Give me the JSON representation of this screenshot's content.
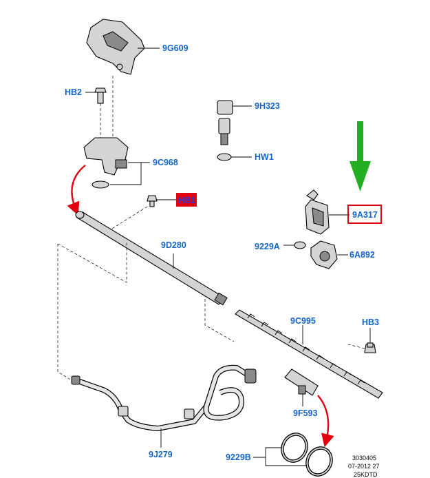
{
  "parts": {
    "p9G609": "9G609",
    "pHB2": "HB2",
    "p9H323": "9H323",
    "pHW1": "HW1",
    "p9C968": "9C968",
    "pHB1": "HB1",
    "p9A317": "9A317",
    "p9229A": "9229A",
    "p6A892": "6A892",
    "p9D280": "9D280",
    "p9C995": "9C995",
    "pHB3": "HB3",
    "p9F593": "9F593",
    "p9J279": "9J279",
    "p9229B": "9229B"
  },
  "ref": {
    "line1": "3030405",
    "line2": "07-2012 27",
    "line3": "25KDTD"
  },
  "colors": {
    "label": "#1565c8",
    "highlight_box": "#e3000f",
    "hb1_fill": "#e3000f",
    "hb1_text": "#2a3bd6",
    "arrow_green": "#22b022",
    "arrow_red": "#e3000f"
  }
}
